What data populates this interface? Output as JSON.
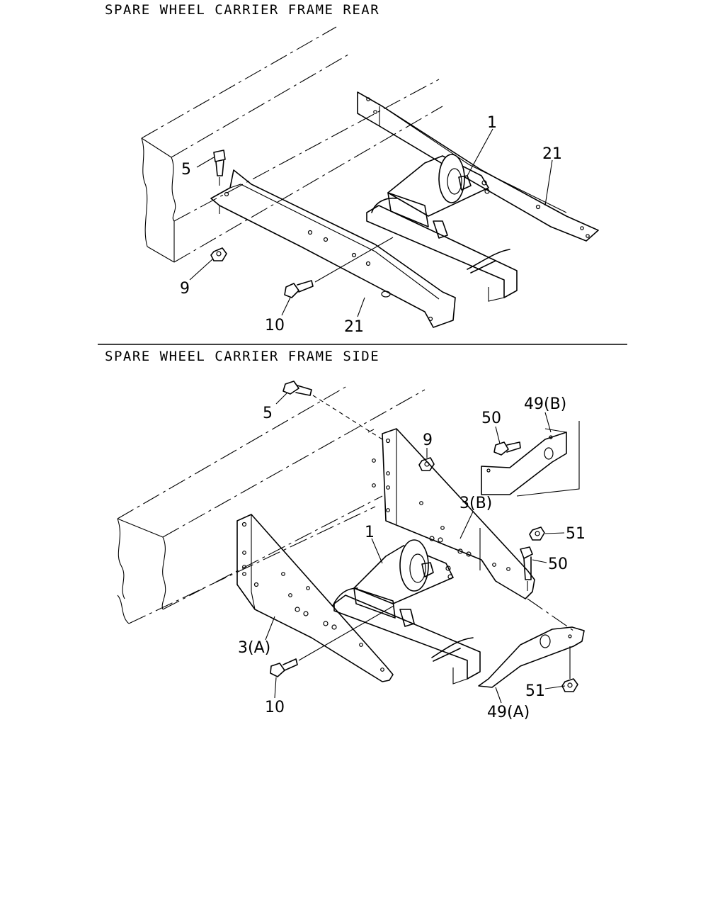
{
  "sections": [
    {
      "title": "SPARE WHEEL CARRIER FRAME REAR"
    },
    {
      "title": "SPARE WHEEL CARRIER FRAME SIDE"
    }
  ],
  "callouts_rear": [
    {
      "id": "1",
      "text": "1"
    },
    {
      "id": "21a",
      "text": "21"
    },
    {
      "id": "5",
      "text": "5"
    },
    {
      "id": "9",
      "text": "9"
    },
    {
      "id": "10",
      "text": "10"
    },
    {
      "id": "21b",
      "text": "21"
    }
  ],
  "callouts_side": [
    {
      "id": "5",
      "text": "5"
    },
    {
      "id": "50a",
      "text": "50"
    },
    {
      "id": "49b",
      "text": "49(B)"
    },
    {
      "id": "9",
      "text": "9"
    },
    {
      "id": "3b",
      "text": "3(B)"
    },
    {
      "id": "1",
      "text": "1"
    },
    {
      "id": "51a",
      "text": "51"
    },
    {
      "id": "50b",
      "text": "50"
    },
    {
      "id": "3a",
      "text": "3(A)"
    },
    {
      "id": "10",
      "text": "10"
    },
    {
      "id": "51b",
      "text": "51"
    },
    {
      "id": "49a",
      "text": "49(A)"
    }
  ]
}
